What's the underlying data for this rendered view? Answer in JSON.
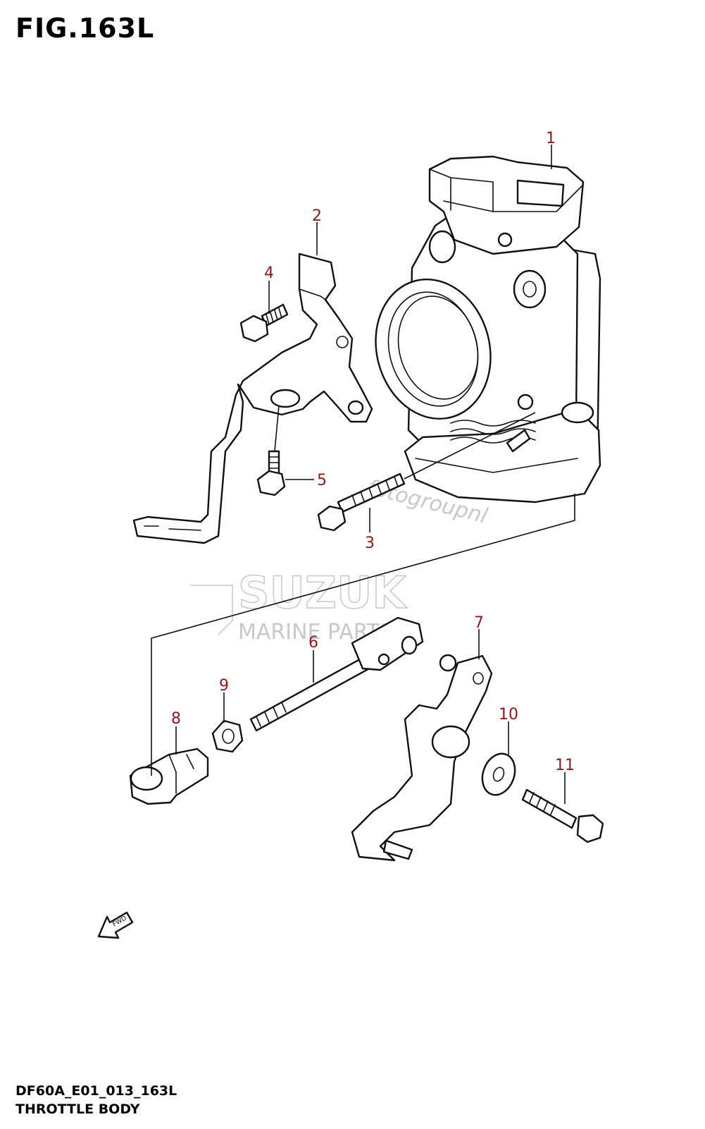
{
  "figure": {
    "title": "FIG.163L",
    "code": "DF60A_E01_013_163L",
    "description": "THROTTLE BODY"
  },
  "callouts": [
    "1",
    "2",
    "3",
    "4",
    "5",
    "6",
    "7",
    "8",
    "9",
    "10",
    "11"
  ],
  "watermarks": {
    "brand": "SUZUK",
    "subtitle": "MARINE PARTS",
    "diagonal": "fotogroupnl"
  },
  "direction_label": "FWD",
  "colors": {
    "callout": "#8b1a1a",
    "line": "#111111",
    "watermark": "#c8c8c8"
  }
}
